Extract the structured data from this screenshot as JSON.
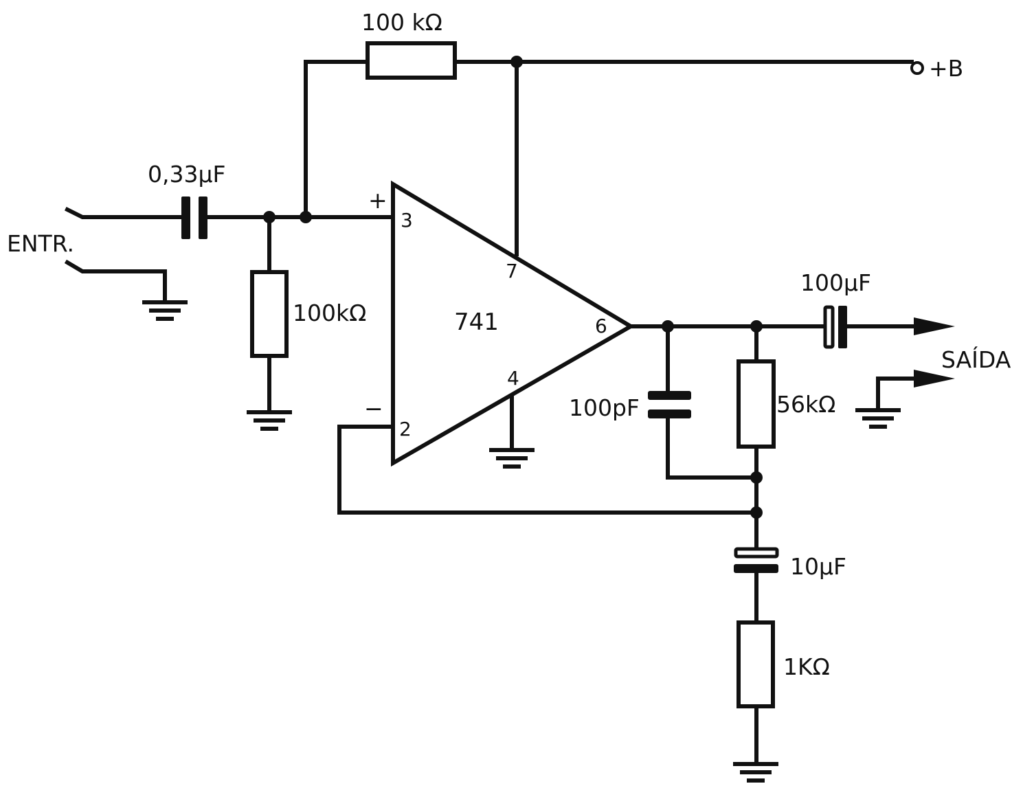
{
  "components": {
    "r_feedback_top": {
      "value": "100 kΩ"
    },
    "c_input": {
      "value": "0,33µF"
    },
    "r_bias": {
      "value": "100kΩ"
    },
    "opamp": {
      "part": "741",
      "pin_plus": "3",
      "pin_minus": "2",
      "pin_vcc": "7",
      "pin_gnd": "4",
      "pin_out": "6",
      "sign_plus": "+",
      "sign_minus": "−"
    },
    "c_comp": {
      "value": "100pF"
    },
    "r_feedback": {
      "value": "56kΩ"
    },
    "c_output": {
      "value": "100µF"
    },
    "c_bypass": {
      "value": "10µF"
    },
    "r_gain": {
      "value": "1KΩ"
    }
  },
  "terminals": {
    "supply": "+B",
    "input": "ENTR.",
    "output": "SAÍDA"
  }
}
